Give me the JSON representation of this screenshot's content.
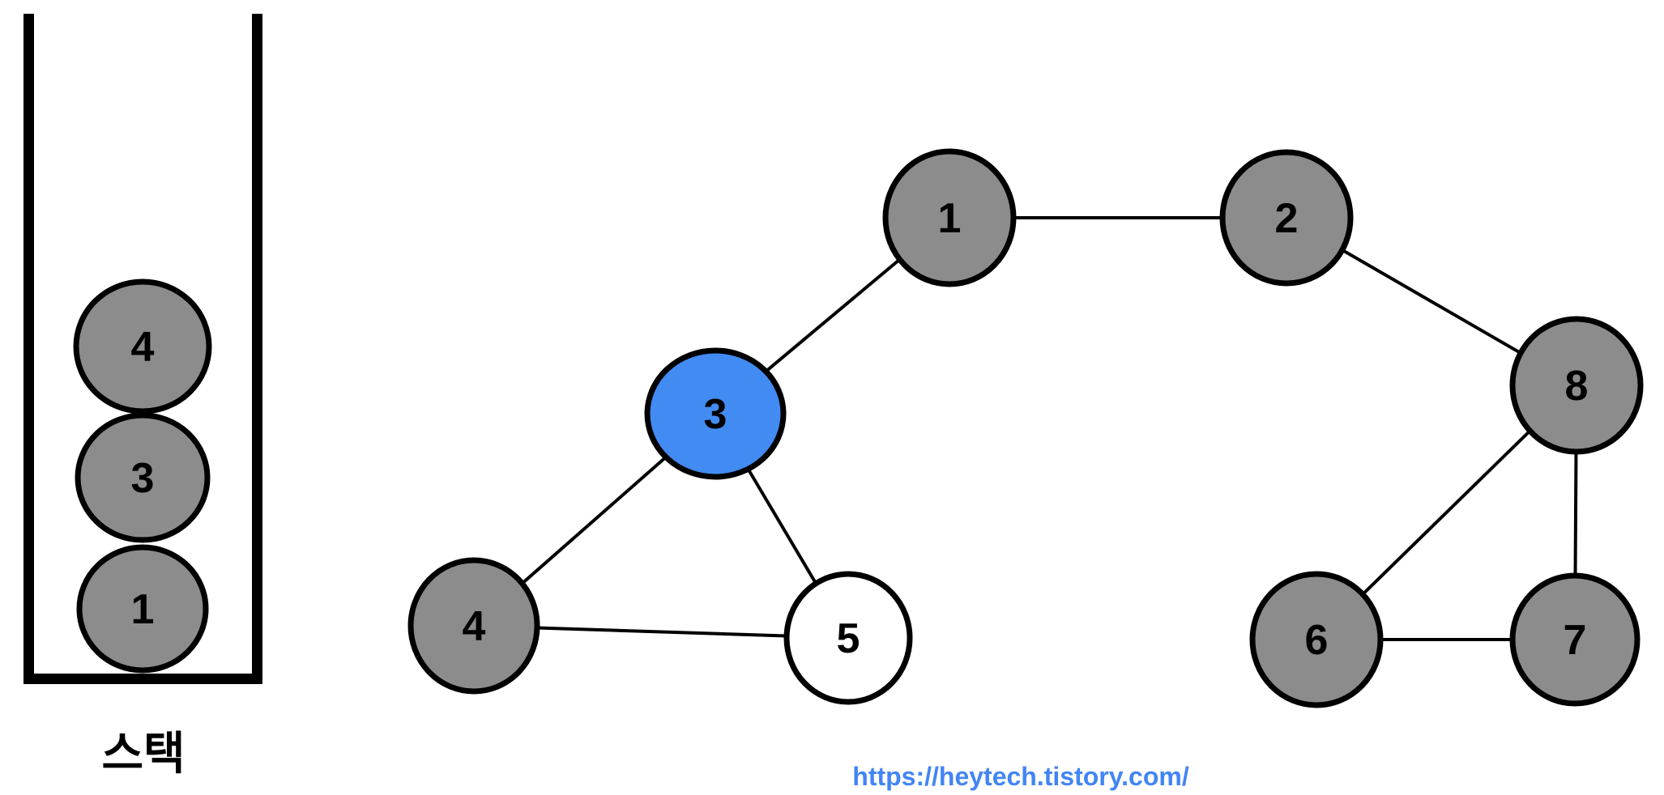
{
  "stack": {
    "label": "스택",
    "items": [
      {
        "label": "4"
      },
      {
        "label": "3"
      },
      {
        "label": "1"
      }
    ]
  },
  "graph": {
    "nodes": {
      "n1": {
        "label": "1",
        "state": "visited"
      },
      "n2": {
        "label": "2",
        "state": "visited"
      },
      "n3": {
        "label": "3",
        "state": "current"
      },
      "n4": {
        "label": "4",
        "state": "visited"
      },
      "n5": {
        "label": "5",
        "state": "unvisited"
      },
      "n6": {
        "label": "6",
        "state": "visited"
      },
      "n7": {
        "label": "7",
        "state": "visited"
      },
      "n8": {
        "label": "8",
        "state": "visited"
      }
    },
    "edges": [
      [
        "1",
        "2"
      ],
      [
        "1",
        "3"
      ],
      [
        "2",
        "8"
      ],
      [
        "3",
        "4"
      ],
      [
        "3",
        "5"
      ],
      [
        "4",
        "5"
      ],
      [
        "6",
        "7"
      ],
      [
        "8",
        "6"
      ],
      [
        "8",
        "7"
      ]
    ]
  },
  "footer": {
    "url": "https://heytech.tistory.com/"
  },
  "colors": {
    "visited": "#8C8C8C",
    "current": "#428BF2",
    "unvisited": "#FFFFFF",
    "outline": "#000000",
    "link": "#4285F4"
  }
}
